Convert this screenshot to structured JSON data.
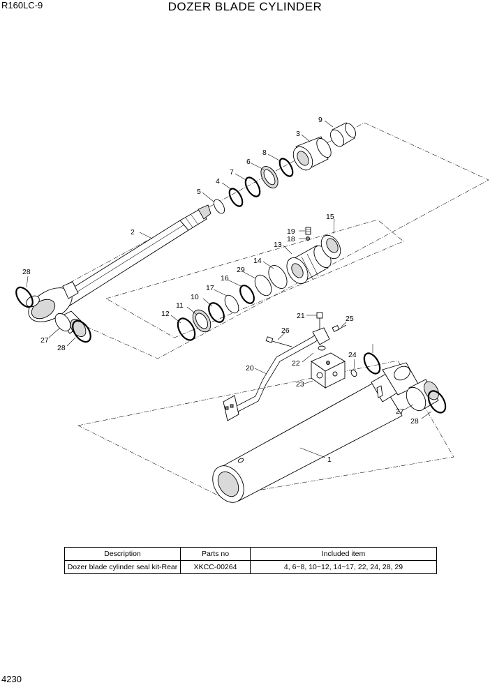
{
  "header": {
    "model": "R160LC-9",
    "title": "DOZER BLADE CYLINDER"
  },
  "footer": {
    "page_number": "4230"
  },
  "diagram": {
    "callouts": [
      "1",
      "2",
      "3",
      "4",
      "5",
      "6",
      "7",
      "8",
      "9",
      "10",
      "11",
      "12",
      "13",
      "14",
      "15",
      "16",
      "17",
      "18",
      "19",
      "20",
      "21",
      "22",
      "23",
      "24",
      "25",
      "26",
      "27",
      "28",
      "29",
      "27",
      "28",
      "28"
    ]
  },
  "kit_table": {
    "headers": [
      "Description",
      "Parts no",
      "Included item"
    ],
    "rows": [
      [
        "Dozer blade cylinder seal kit-Rear",
        "XKCC-00264",
        "4, 6~8, 10~12, 14~17, 22, 24, 28, 29"
      ]
    ]
  }
}
